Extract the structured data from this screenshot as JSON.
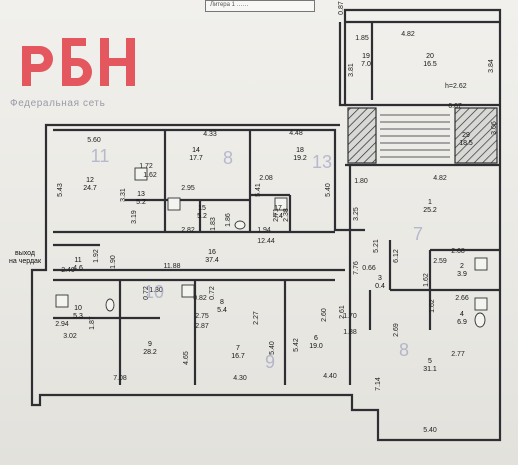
{
  "logo": {
    "text": "РБН",
    "subtitle": "Федеральная сеть",
    "color": "#e4575f"
  },
  "stamp": {
    "text": "Литера  1 ……"
  },
  "exit_label": {
    "line1": "выход",
    "line2": "на чердак"
  },
  "ceiling_note": "h=2.62",
  "rooms": [
    {
      "num": "20",
      "area": "16.5"
    },
    {
      "num": "19",
      "area": "7.0"
    },
    {
      "num": "29",
      "area": "18.5"
    },
    {
      "num": "12",
      "area": "24.7"
    },
    {
      "num": "14",
      "area": "17.7"
    },
    {
      "num": "18",
      "area": "19.2"
    },
    {
      "num": "13",
      "area": "5.2"
    },
    {
      "num": "15",
      "area": "5.2"
    },
    {
      "num": "17",
      "area": "4.4"
    },
    {
      "num": "1",
      "area": "25.2"
    },
    {
      "num": "11",
      "area": "4.6"
    },
    {
      "num": "16",
      "area": "37.4"
    },
    {
      "num": "2",
      "area": "3.9"
    },
    {
      "num": "3",
      "area": "0.4"
    },
    {
      "num": "4",
      "area": "6.9"
    },
    {
      "num": "10",
      "area": "5.3"
    },
    {
      "num": "8",
      "area": "5.4"
    },
    {
      "num": "9",
      "area": "28.2"
    },
    {
      "num": "7",
      "area": "16.7"
    },
    {
      "num": "6",
      "area": "19.0"
    },
    {
      "num": "5",
      "area": "31.1"
    }
  ],
  "dimensions": [
    "0.87",
    "1.85",
    "4.82",
    "3.81",
    "3.84",
    "6.67",
    "3.06",
    "5.60",
    "4.33",
    "4.48",
    "1.72",
    "1.62",
    "2.95",
    "2.08",
    "3.31",
    "5.43",
    "5.41",
    "5.40",
    "3.19",
    "2.82",
    "1.83",
    "1.86",
    "1.94",
    "2.38",
    "2.71",
    "1.80",
    "4.82",
    "3.25",
    "5.21",
    "6.12",
    "12.44",
    "1.92",
    "1.90",
    "2.40",
    "11.88",
    "7.76",
    "0.66",
    "2.68",
    "2.59",
    "1.62",
    "1.30",
    "0.72",
    "0.82",
    "0.72",
    "2.66",
    "2.75",
    "2.87",
    "2.27",
    "2.60",
    "2.61",
    "1.70",
    "1.88",
    "2.94",
    "3.02",
    "1.87",
    "4.65",
    "5.40",
    "5.42",
    "2.69",
    "2.77",
    "1.62",
    "7.08",
    "4.30",
    "4.40",
    "7.14",
    "5.40"
  ],
  "handwritten": [
    "11",
    "8",
    "13",
    "7",
    "10",
    "9",
    "8"
  ]
}
